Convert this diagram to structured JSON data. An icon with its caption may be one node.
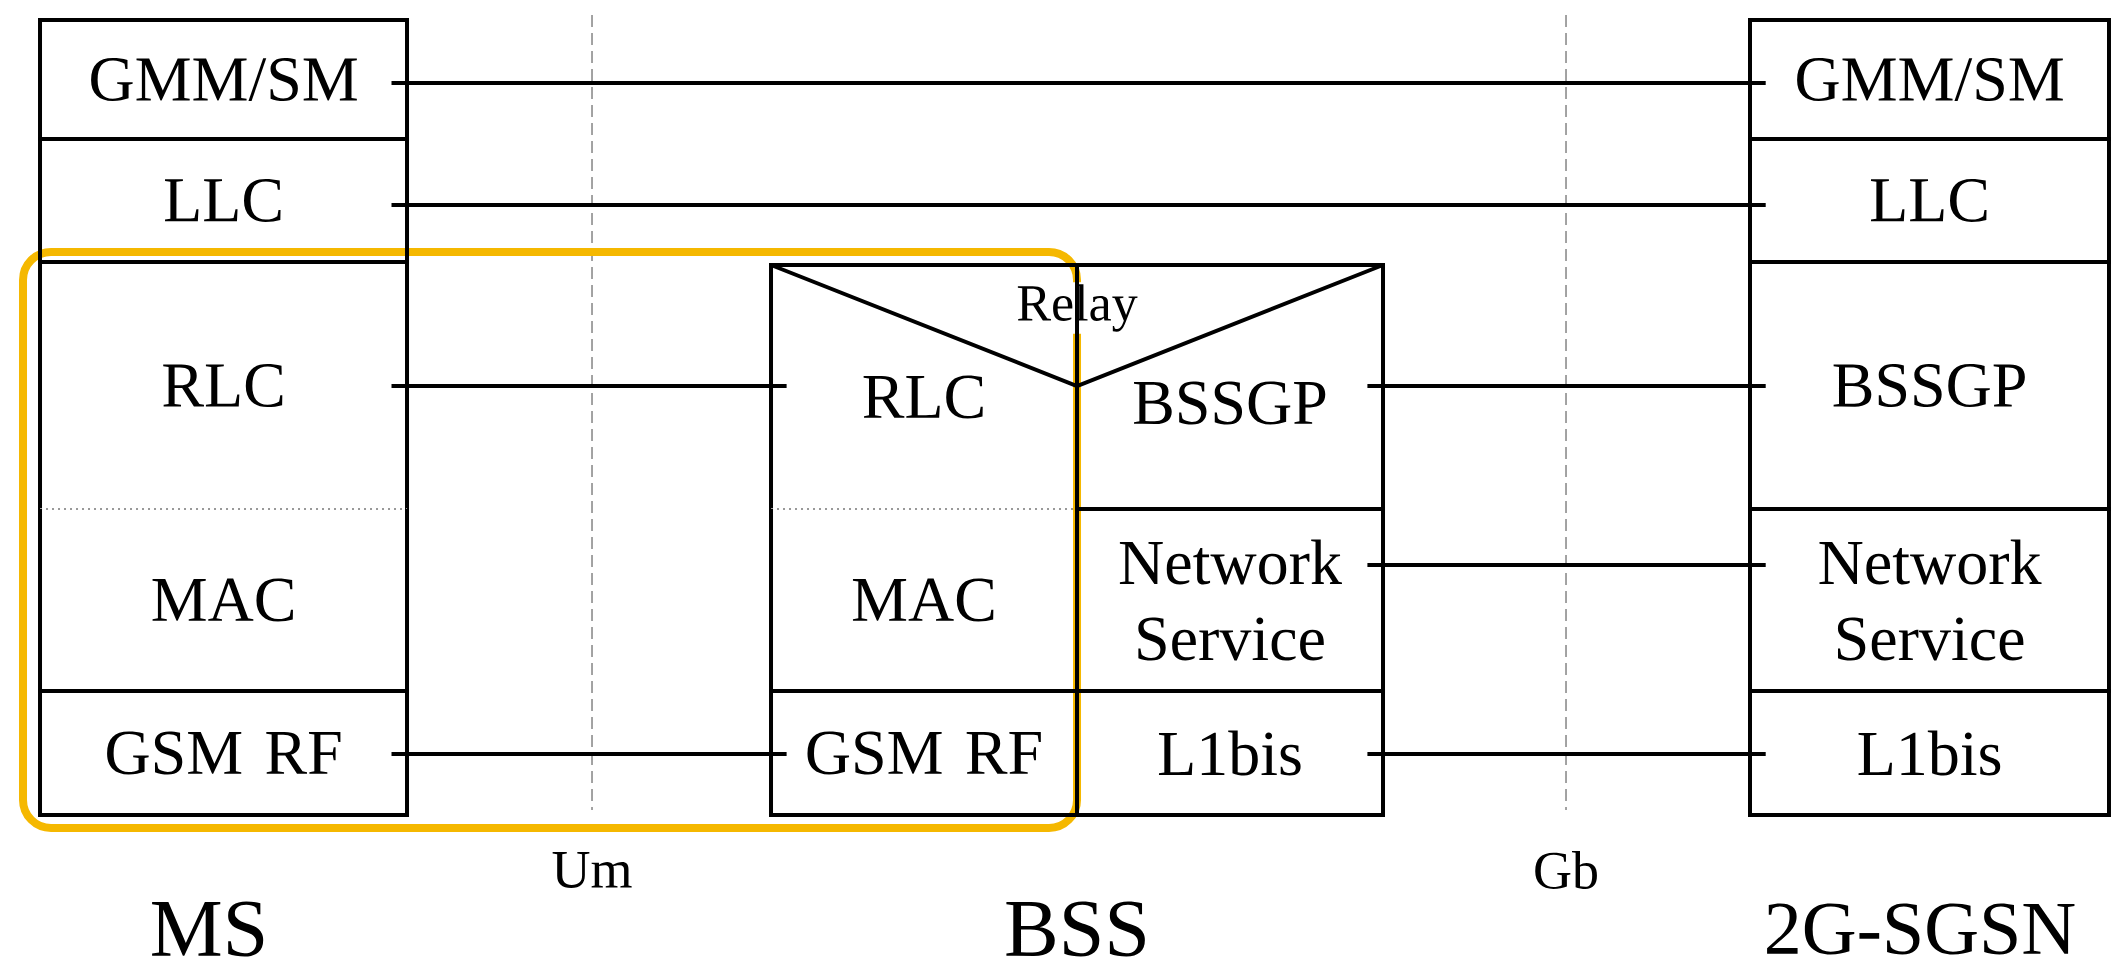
{
  "diagram": {
    "nodes": [
      {
        "text": [
          "GMM/SM"
        ]
      },
      {
        "text": [
          "LLC"
        ]
      },
      {
        "text": [
          "RLC"
        ]
      },
      {
        "text": [
          "MAC"
        ]
      },
      {
        "text": [
          "GSM RF"
        ]
      },
      {
        "text": [
          "RLC"
        ]
      },
      {
        "text": [
          "MAC"
        ]
      },
      {
        "text": [
          "GSM RF"
        ]
      },
      {
        "text": [
          "Relay"
        ]
      },
      {
        "text": [
          "BSSGP"
        ]
      },
      {
        "text": [
          "Network Service"
        ]
      },
      {
        "text": [
          "L1bis"
        ]
      },
      {
        "text": [
          "GMM/SM"
        ]
      },
      {
        "text": [
          "LLC"
        ]
      },
      {
        "text": [
          "BSSGP"
        ]
      },
      {
        "text": [
          "Network Service"
        ]
      },
      {
        "text": [
          "L1bis"
        ]
      }
    ],
    "edges": [
      {
        "from": 0,
        "to": 12,
        "arrow": "none"
      },
      {
        "from": 1,
        "to": 13,
        "arrow": "none"
      },
      {
        "from": 2,
        "to": 5,
        "arrow": "none"
      },
      {
        "from": 4,
        "to": 7,
        "arrow": "none"
      },
      {
        "from": 9,
        "to": 14,
        "arrow": "none"
      },
      {
        "from": 10,
        "to": 15,
        "arrow": "none"
      },
      {
        "from": 11,
        "to": 16,
        "arrow": "none"
      }
    ],
    "labels": [
      "Um",
      "Gb",
      "MS",
      "BSS",
      "2G-SGSN"
    ]
  }
}
